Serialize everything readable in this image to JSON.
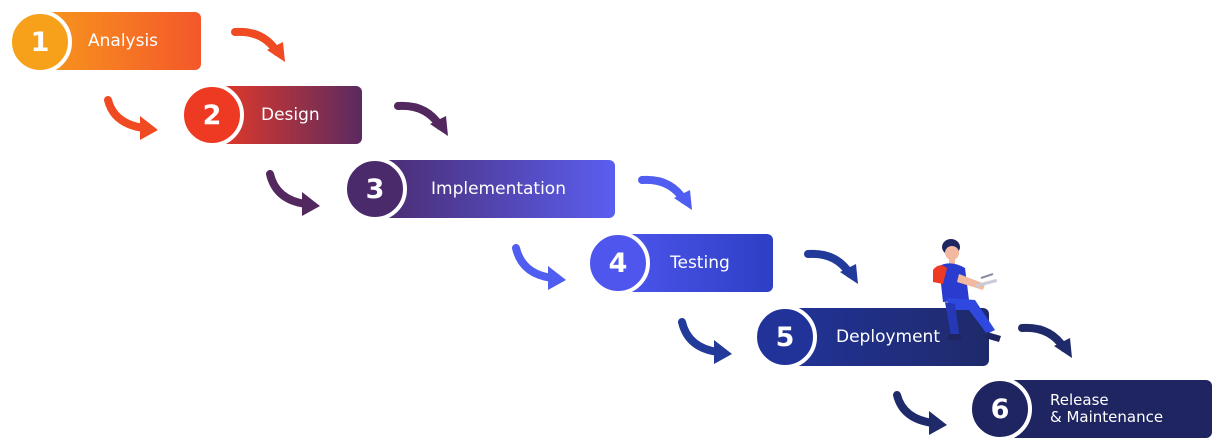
{
  "colors": {
    "step1": [
      "#f79a1c",
      "#f4572a"
    ],
    "step2": [
      "#ef3a23",
      "#5a2a60"
    ],
    "step3": [
      "#4a2a6b",
      "#5a5ef0"
    ],
    "step4": [
      "#4f56ee",
      "#2d3fc4"
    ],
    "step5": [
      "#213399",
      "#1f2a6a"
    ],
    "step6": [
      "#1e2560",
      "#1e2560"
    ],
    "circle1": "#f7a11a",
    "circle2": "#ef3a23",
    "circle3": "#4a2a6b",
    "circle4": "#4f56ee",
    "circle5": "#213399",
    "circle6": "#1e2560",
    "arrow_orange": "#ef4a22",
    "arrow_purple": "#53285f",
    "arrow_blue": "#4f5ef0",
    "arrow_navy": "#223a9a"
  },
  "steps": [
    {
      "number": "1",
      "label": "Analysis"
    },
    {
      "number": "2",
      "label": "Design"
    },
    {
      "number": "3",
      "label": "Implementation"
    },
    {
      "number": "4",
      "label": "Testing"
    },
    {
      "number": "5",
      "label": "Deployment"
    },
    {
      "number": "6",
      "label": "Release\n& Maintenance"
    }
  ],
  "illustration": "person-sitting-with-laptop"
}
